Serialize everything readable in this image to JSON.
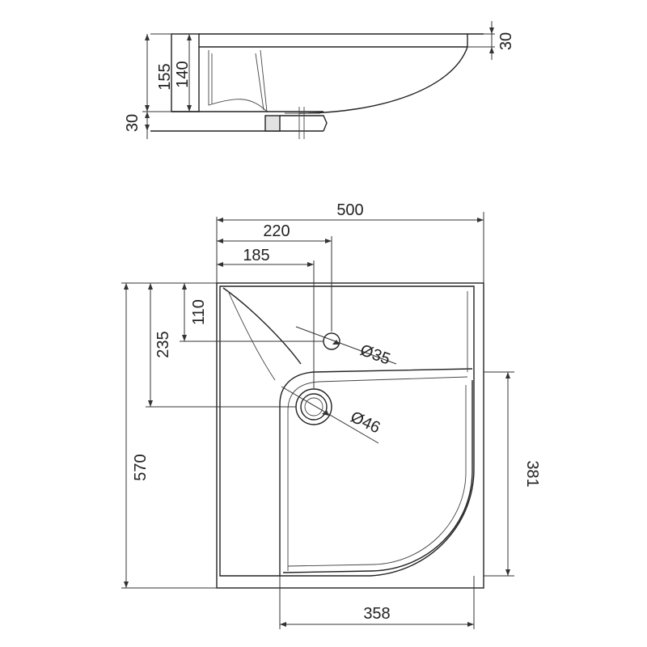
{
  "side_view": {
    "height_overall": "155",
    "height_inner": "140",
    "rim_thickness": "30",
    "base_offset": "30"
  },
  "top_view": {
    "width_total": "500",
    "tap_hole_offset_x": "220",
    "drain_offset_x": "185",
    "tap_hole_offset_y": "110",
    "drain_offset_y": "235",
    "depth_total": "570",
    "basin_depth": "381",
    "basin_width": "358",
    "tap_hole_diameter": "Ø35",
    "drain_diameter": "Ø46"
  }
}
